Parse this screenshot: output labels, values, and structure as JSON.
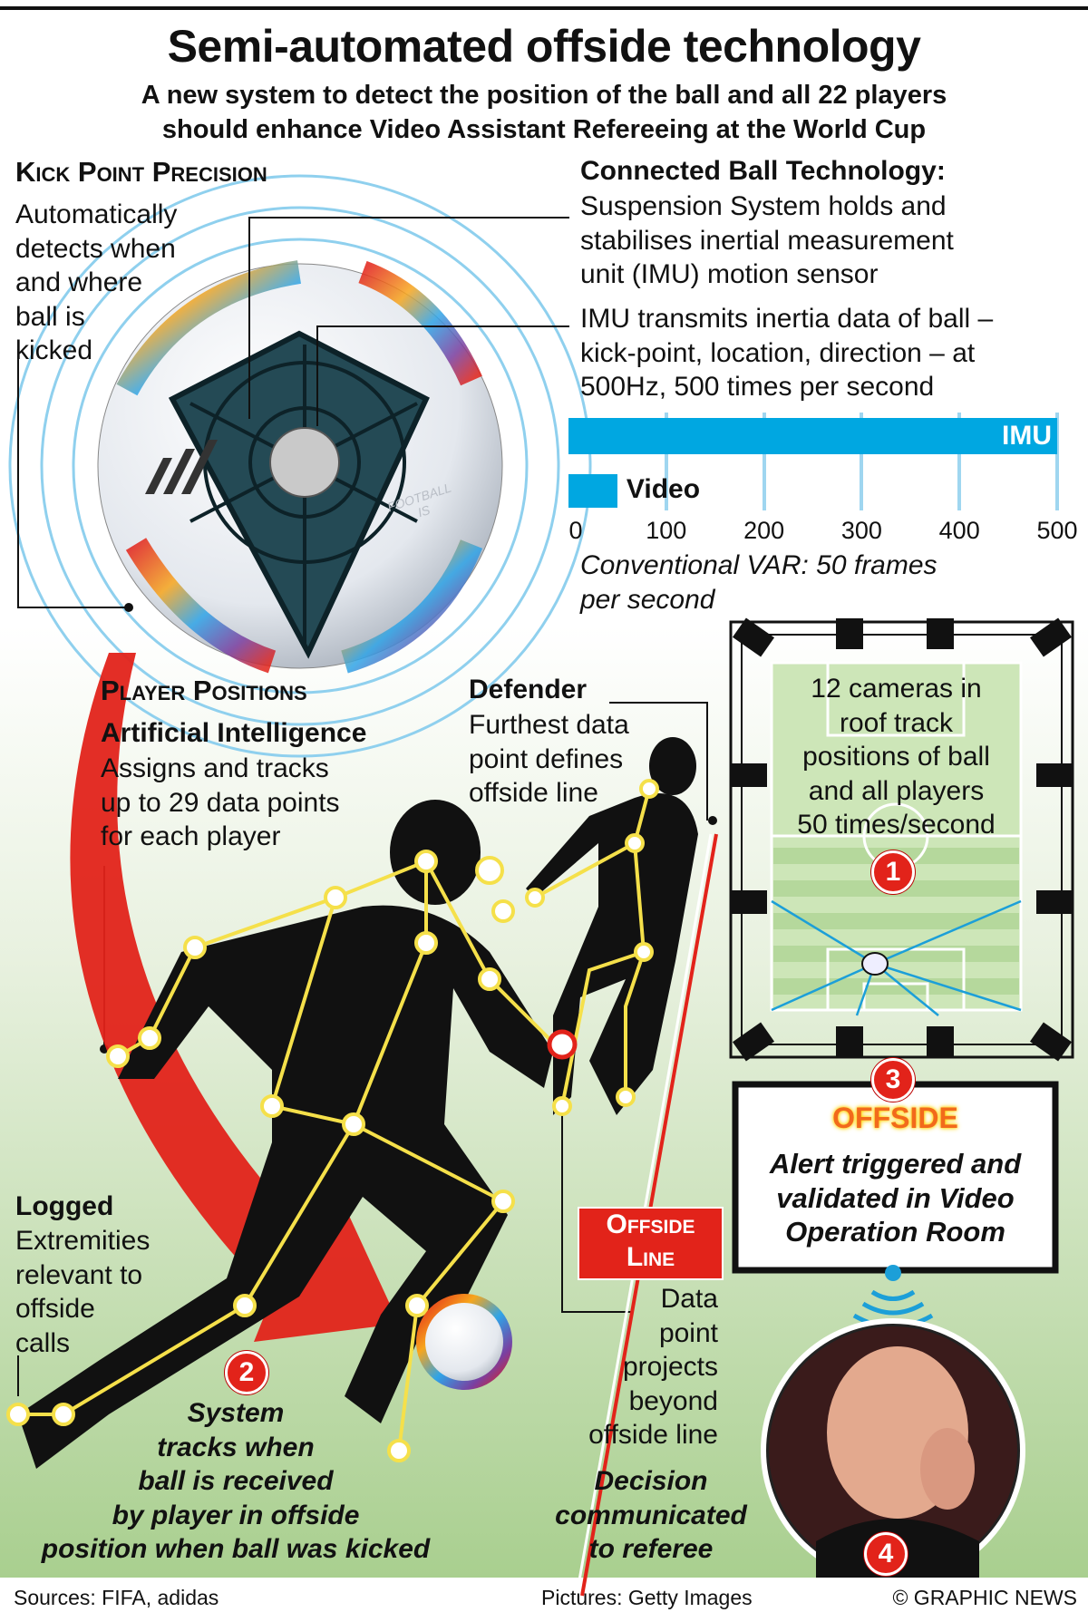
{
  "header": {
    "title": "Semi-automated offside technology",
    "subtitle_line1": "A new system to detect the position of the ball and all 22 players",
    "subtitle_line2": "should enhance Video Assistant Refereeing at the World Cup"
  },
  "kick_point": {
    "heading": "Kick Point Precision",
    "lines": [
      "Automatically",
      "detects when",
      "and where",
      "ball is",
      "kicked"
    ]
  },
  "ball_graphic": {
    "text": "FOOTBALL IS"
  },
  "connected_ball": {
    "heading": "Connected Ball Technology:",
    "lines": [
      "Suspension System holds and",
      "stabilises inertial measurement",
      "unit (IMU) motion sensor"
    ],
    "imu_lines": [
      "IMU transmits inertia data of ball –",
      "kick-point, location, direction – at",
      "500Hz, 500 times per second"
    ]
  },
  "chart_data": {
    "type": "bar",
    "orientation": "horizontal",
    "categories": [
      "IMU",
      "Video"
    ],
    "values": [
      500,
      50
    ],
    "xlim": [
      0,
      500
    ],
    "ticks": [
      "0",
      "100",
      "200",
      "300",
      "400",
      "500"
    ],
    "grid": true,
    "bar_color": "#00a7e1",
    "caption_lines": [
      "Conventional VAR: 50 frames",
      "per second"
    ]
  },
  "player_positions": {
    "heading": "Player Positions",
    "subheading": "Artificial Intelligence",
    "lines": [
      "Assigns and tracks",
      "up to 29 data points",
      "for each player"
    ]
  },
  "defender": {
    "heading": "Defender",
    "lines": [
      "Furthest data",
      "point defines",
      "offside line"
    ]
  },
  "cameras": {
    "lines": [
      "12 cameras in",
      "roof track",
      "positions of ball",
      "and all players",
      "50 times/second"
    ],
    "badge": "1"
  },
  "logged": {
    "heading": "Logged",
    "lines": [
      "Extremities",
      "relevant to",
      "offside",
      "calls"
    ]
  },
  "system_tracks": {
    "badge": "2",
    "lines": [
      "System",
      "tracks when",
      "ball is received",
      "by player in offside",
      "position when ball was kicked"
    ]
  },
  "offside_line": {
    "line1": "Offside",
    "line2": "Line"
  },
  "data_point": {
    "lines": [
      "Data",
      "point",
      "projects",
      "beyond",
      "offside line"
    ]
  },
  "alert": {
    "badge": "3",
    "flag": "OFFSIDE",
    "lines": [
      "Alert triggered and",
      "validated in Video",
      "Operation Room"
    ]
  },
  "decision": {
    "lines": [
      "Decision",
      "communicated",
      "to referee"
    ],
    "badge": "4"
  },
  "colors": {
    "accent_red": "#e2231a",
    "accent_blue": "#00a7e1",
    "skeleton_yellow": "#f5e04a",
    "pitch_green": "#b9dba0"
  },
  "footer": {
    "sources": "Sources: FIFA, adidas",
    "pictures": "Pictures: Getty Images",
    "credit": "© GRAPHIC NEWS"
  }
}
